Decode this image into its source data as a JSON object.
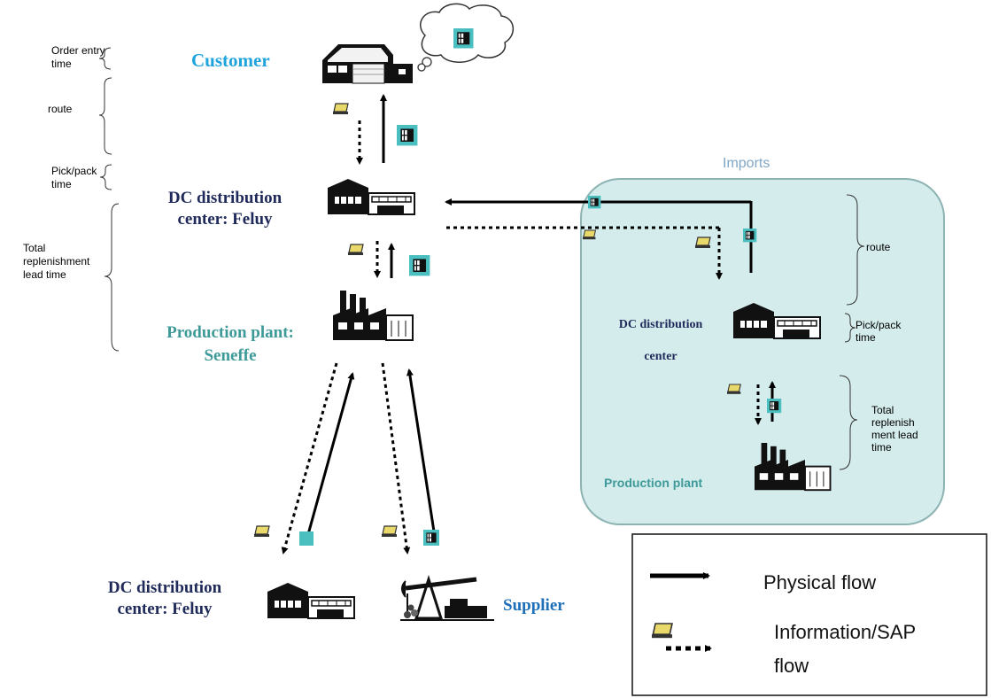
{
  "nodes": {
    "customer": "Customer",
    "dc_feluy_line1": "DC distribution",
    "dc_feluy_line2": "center: Feluy",
    "plant_line1": "Production plant:",
    "plant_line2": "Seneffe",
    "bottom_dc_line1": "DC distribution",
    "bottom_dc_line2": "center: Feluy",
    "supplier": "Supplier"
  },
  "left_labels": {
    "order_entry_line1": "Order entry",
    "order_entry_line2": "time",
    "route": "route",
    "pick_pack_line1": "Pick/pack",
    "pick_pack_line2": "time",
    "total_line1": "Total",
    "total_line2": "replenishment",
    "total_line3": "lead  time"
  },
  "imports": {
    "title": "Imports",
    "dc_line1": "DC distribution",
    "dc_line2": "center",
    "plant": "Production plant",
    "route": "route",
    "pick_pack_line1": "Pick/pack",
    "pick_pack_line2": "time",
    "total_line1": "Total",
    "total_line2": "replenish",
    "total_line3": "ment lead",
    "total_line4": "time"
  },
  "legend": {
    "physical": "Physical flow",
    "info_line1": "Information/SAP",
    "info_line2": "flow"
  },
  "colors": {
    "customer": "#1fa3dc",
    "navy": "#1f2a5a",
    "teal": "#3d9a98",
    "supplier": "#1d6fb8",
    "imports_fill": "#d4ecec",
    "imports_stroke": "#8db3b3",
    "package": "#4bbfbf"
  }
}
